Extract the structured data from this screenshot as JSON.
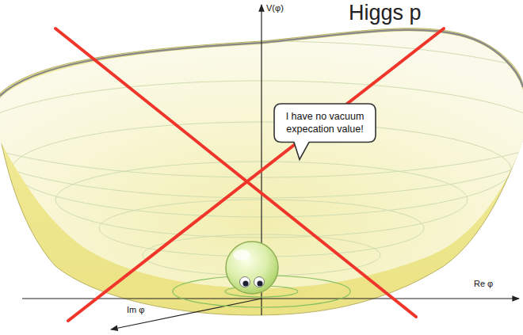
{
  "diagram": {
    "title": "Higgs p",
    "nodes": [
      {
        "text": [
          "I have no vacuum expecation value!"
        ]
      }
    ],
    "labels": [
      "V(φ)",
      "Re φ",
      "Im φ"
    ]
  }
}
